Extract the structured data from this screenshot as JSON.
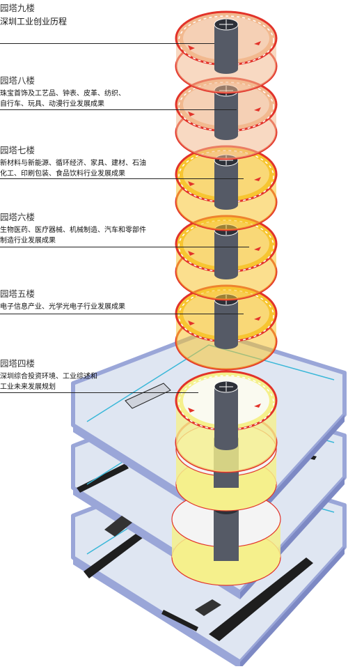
{
  "floors": [
    {
      "title": "园塔九楼",
      "lines": [
        "深圳工业创业历程"
      ]
    },
    {
      "title": "园塔八楼",
      "lines": [
        "珠宝首饰及工艺品、钟表、皮革、纺织、",
        "自行车、玩具、动漫行业发展成果"
      ]
    },
    {
      "title": "园塔七楼",
      "lines": [
        "新材料与新能源、循环经济、家具、建材、石油",
        "化工、印刷包装、食品饮料行业发展成果"
      ]
    },
    {
      "title": "园塔六楼",
      "lines": [
        "生物医药、医疗器械、机械制造、汽车和零部件",
        "制造行业发展成果"
      ]
    },
    {
      "title": "园塔五楼",
      "lines": [
        "电子信息产业、光学光电子行业发展成果"
      ]
    },
    {
      "title": "园塔四楼",
      "lines": [
        "深圳综合投资环境、工业综述和",
        "工业未来发展规划"
      ]
    }
  ],
  "colors": {
    "ring_peach": "#f2b98f",
    "ring_yellow": "#f7c531",
    "ring_red": "#e2332a",
    "glass_yellow": "#f5f08c",
    "slab_top": "#dfe6f2",
    "slab_edge": "#9aa6d8",
    "core": "#555a66",
    "corridor": "#1e1e1e",
    "text": "#111111"
  }
}
